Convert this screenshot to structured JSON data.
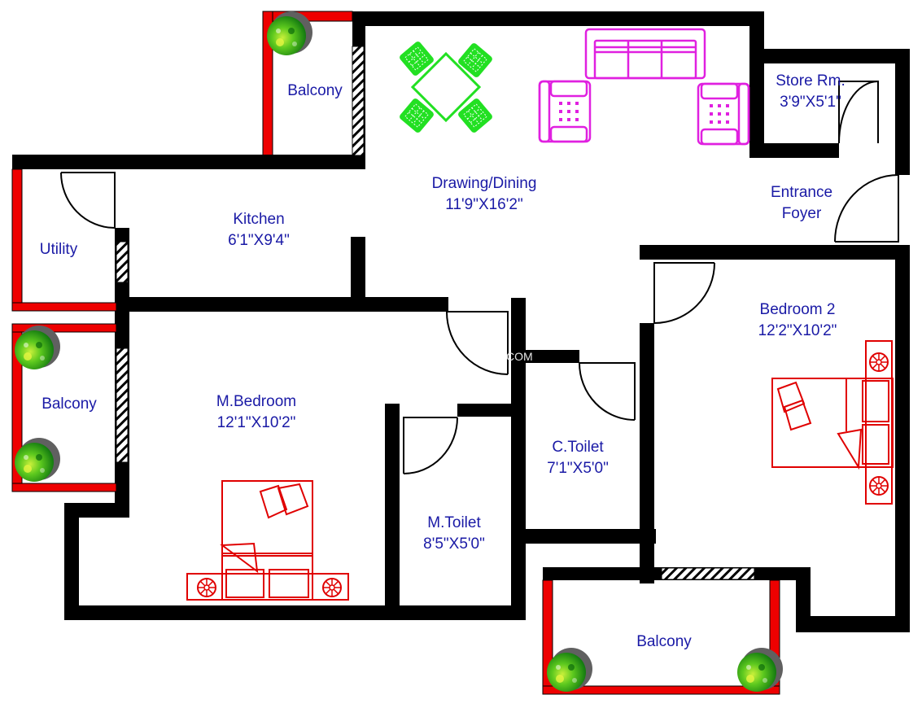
{
  "colors": {
    "wall": "#000000",
    "balcony_rail": "#ee0000",
    "label_text": "#1a1aa6",
    "dining_furniture": "#22e022",
    "sofa_furniture": "#e020e0",
    "bed_furniture": "#e00000",
    "plant_shadow": "#606060"
  },
  "rooms": {
    "balcony_top": {
      "name": "Balcony"
    },
    "store_room": {
      "name": "Store Rm.",
      "size": "3'9\"X5'1\""
    },
    "drawing_dining": {
      "name": "Drawing/Dining",
      "size": "11'9\"X16'2\""
    },
    "entrance_foyer": {
      "name": "Entrance",
      "name2": "Foyer"
    },
    "kitchen": {
      "name": "Kitchen",
      "size": "6'1\"X9'4\""
    },
    "utility": {
      "name": "Utility"
    },
    "balcony_left": {
      "name": "Balcony"
    },
    "master_bedroom": {
      "name": "M.Bedroom",
      "size": "12'1\"X10'2\""
    },
    "master_toilet": {
      "name": "M.Toilet",
      "size": "8'5\"X5'0\""
    },
    "common_toilet": {
      "name": "C.Toilet",
      "size": "7'1\"X5'0\""
    },
    "bedroom_2": {
      "name": "Bedroom 2",
      "size": "12'2\"X10'2\""
    },
    "balcony_bottom": {
      "name": "Balcony"
    }
  },
  "watermark": "COM"
}
